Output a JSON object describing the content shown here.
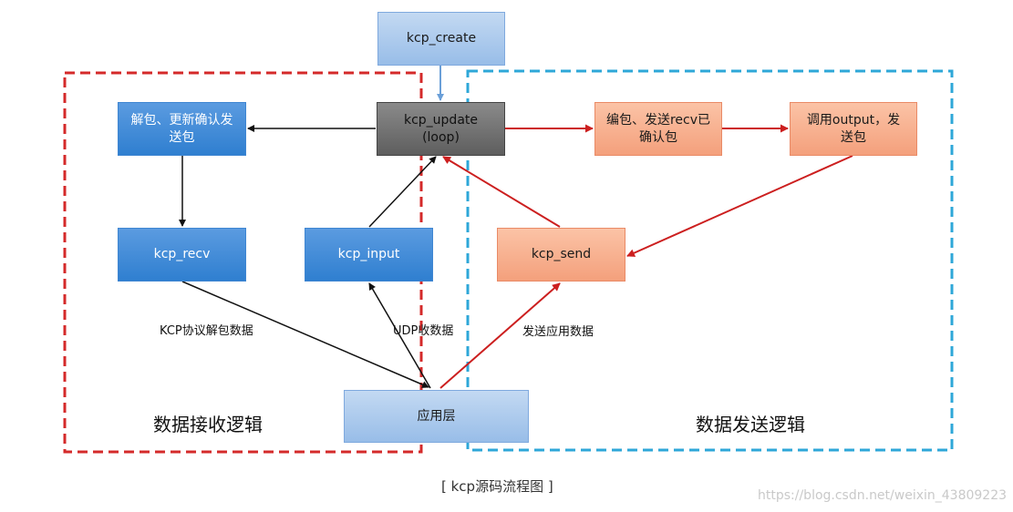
{
  "nodes": {
    "kcp_create": "kcp_create",
    "kcp_update": "kcp_update\n(loop)",
    "unpack_ack": "解包、更新确认发\n送包",
    "kcp_recv": "kcp_recv",
    "kcp_input": "kcp_input",
    "encode_send": "编包、发送recv已\n确认包",
    "call_output": "调用output，发\n送包",
    "kcp_send": "kcp_send",
    "app_layer": "应用层"
  },
  "edge_labels": {
    "kcp_parse": "KCP协议解包数据",
    "udp_recv": "UDP收数据",
    "send_app": "发送应用数据"
  },
  "regions": {
    "receive": "数据接收逻辑",
    "send": "数据发送逻辑"
  },
  "caption": "[ kcp源码流程图 ]",
  "watermark": "https://blog.csdn.net/weixin_43809223",
  "colors": {
    "receive_border": "#d42a2a",
    "send_border": "#2ea7d8",
    "red_arrow": "#cc1f1f",
    "black_arrow": "#111111",
    "blue_arrow": "#6a9fd8"
  }
}
